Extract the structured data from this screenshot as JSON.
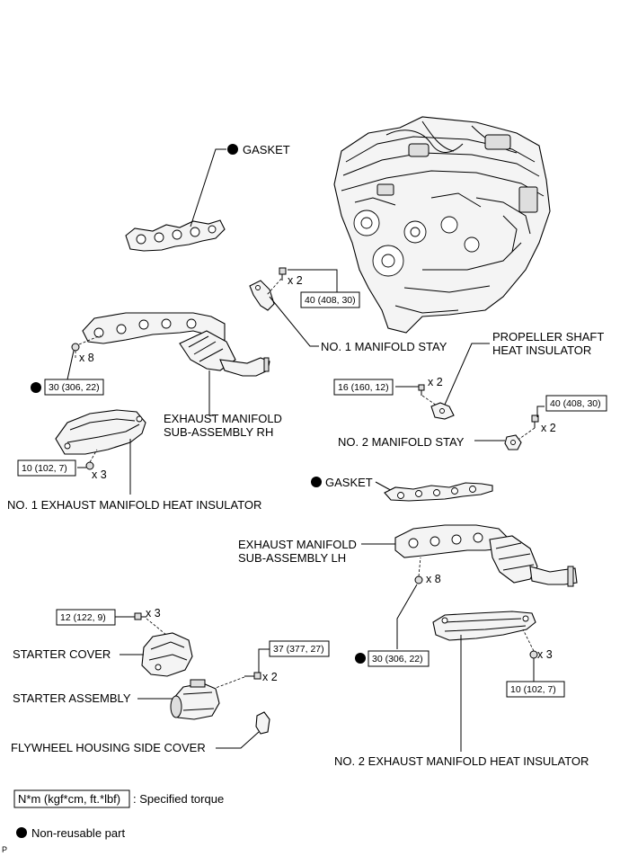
{
  "labels": {
    "gasket_rh": "GASKET",
    "gasket_lh": "GASKET",
    "no1_manifold_stay": "NO. 1 MANIFOLD STAY",
    "propeller_line1": "PROPELLER SHAFT",
    "propeller_line2": "HEAT INSULATOR",
    "exh_rh_line1": "EXHAUST MANIFOLD",
    "exh_rh_line2": "SUB-ASSEMBLY RH",
    "no2_manifold_stay": "NO. 2 MANIFOLD STAY",
    "no1_heat_insulator": "NO. 1 EXHAUST MANIFOLD HEAT INSULATOR",
    "exh_lh_line1": "EXHAUST MANIFOLD",
    "exh_lh_line2": "SUB-ASSEMBLY LH",
    "starter_cover": "STARTER COVER",
    "starter_assembly": "STARTER ASSEMBLY",
    "flywheel_cover": "FLYWHEEL HOUSING SIDE COVER",
    "no2_heat_insulator": "NO. 2 EXHAUST MANIFOLD HEAT INSULATOR"
  },
  "torques": {
    "no1_stay": "40 (408, 30)",
    "exh_rh_nut": "30 (306, 22)",
    "propeller": "16 (160, 12)",
    "no2_stay": "40 (408, 30)",
    "no1_insulator": "10 (102, 7)",
    "starter_cover": "12 (122, 9)",
    "starter_assembly": "37 (377, 27)",
    "exh_lh_nut": "30 (306, 22)",
    "no2_insulator": "10 (102, 7)"
  },
  "quantities": {
    "no1_stay": "x 2",
    "exh_rh_nut": "x 8",
    "propeller": "x 2",
    "no2_stay": "x 2",
    "no1_insulator": "x 3",
    "starter_cover": "x 3",
    "starter_assembly": "x 2",
    "exh_lh_nut": "x 8",
    "no2_insulator": "x 3"
  },
  "legend": {
    "torque_unit": "N*m (kgf*cm, ft.*lbf)",
    "torque_desc": ": Specified torque",
    "nonreusable_desc": "Non-reusable part"
  },
  "corner_mark": "P"
}
